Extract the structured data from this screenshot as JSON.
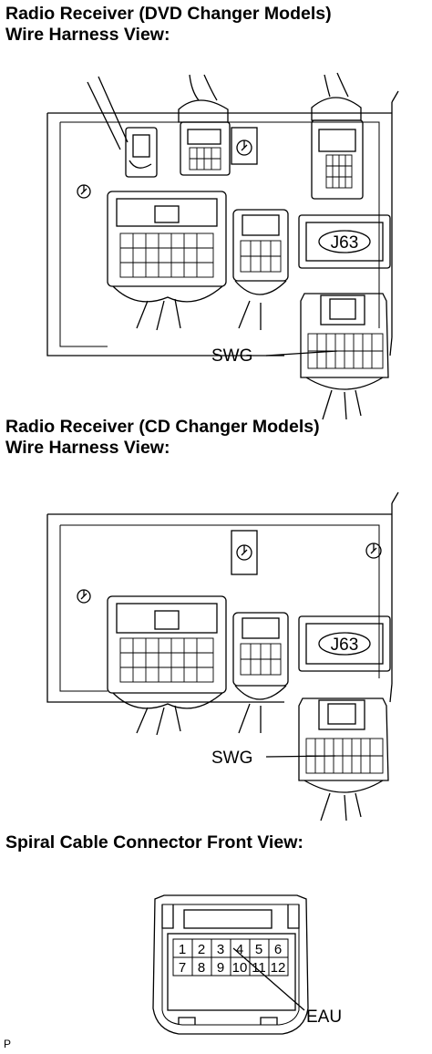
{
  "section1": {
    "title_line1": "Radio Receiver (DVD Changer Models)",
    "title_line2": "Wire Harness View:",
    "connector_label": "J63",
    "terminal_label": "SWG"
  },
  "section2": {
    "title_line1": "Radio Receiver (CD Changer Models)",
    "title_line2": "Wire Harness View:",
    "connector_label": "J63",
    "terminal_label": "SWG"
  },
  "section3": {
    "title": "Spiral Cable Connector Front View:",
    "pins_top": [
      "1",
      "2",
      "3",
      "4",
      "5",
      "6"
    ],
    "pins_bottom": [
      "7",
      "8",
      "9",
      "10",
      "11",
      "12"
    ],
    "terminal_label": "EAU"
  },
  "footer": {
    "code": "P"
  }
}
